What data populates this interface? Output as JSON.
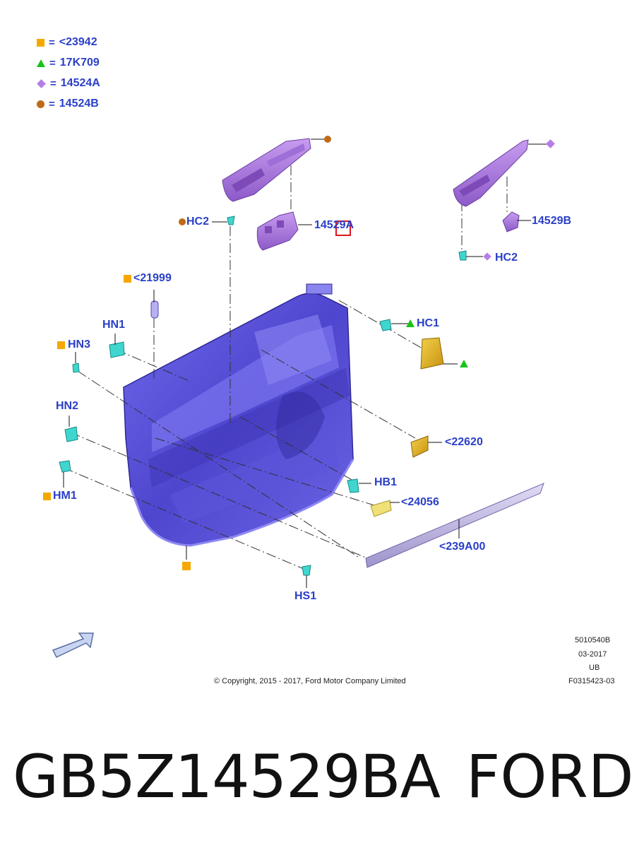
{
  "legend": [
    {
      "symbol": "square",
      "color": "#f5a800",
      "eq": "=",
      "code": "<23942"
    },
    {
      "symbol": "triangle",
      "color": "#19c319",
      "eq": "=",
      "code": "17K709"
    },
    {
      "symbol": "diamond",
      "color": "#b57de8",
      "eq": "=",
      "code": "14524A"
    },
    {
      "symbol": "circle",
      "color": "#c06a18",
      "eq": "=",
      "code": "14524B"
    }
  ],
  "labels": {
    "hc2_left": "HC2",
    "switch_a": "14529A",
    "switch_b": "14529B",
    "hc2_right": "HC2",
    "part_21999": "<21999",
    "hn1": "HN1",
    "hn3": "HN3",
    "hc1": "HC1",
    "hn2": "HN2",
    "hm1": "HM1",
    "part_22620": "<22620",
    "hb1": "HB1",
    "part_24056": "<24056",
    "part_239a00": "<239A00",
    "hs1": "HS1"
  },
  "meta": {
    "code1": "5010540B",
    "date": "03-2017",
    "region": "UB",
    "code2": "F0315423-03",
    "copyright": "© Copyright, 2015 - 2017, Ford Motor Company Limited"
  },
  "footer": {
    "part_number": "GB5Z14529BA",
    "brand": "FORD"
  },
  "colors": {
    "panel": "#5a52d6",
    "bezel": "#a772dc",
    "clip": "#3fd6cf",
    "accent_yellow": "#e6b41a",
    "label_blue": "#2a3fc8"
  },
  "icons": {
    "direction_arrow": "front-direction-arrow-icon"
  }
}
